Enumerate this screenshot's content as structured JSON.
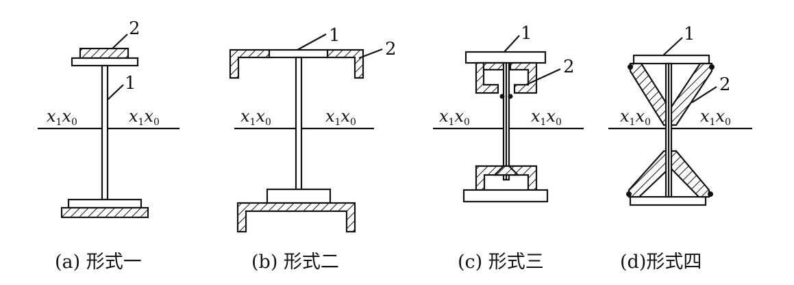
{
  "figures": [
    {
      "caption": "(a) 形式一",
      "label1": "1",
      "label2": "2",
      "axis_left": {
        "a": "x",
        "s1": "1",
        "b": "x",
        "s2": "0"
      },
      "axis_right": {
        "a": "x",
        "s1": "1",
        "b": "x",
        "s2": "0"
      }
    },
    {
      "caption": "(b) 形式二",
      "label1": "1",
      "label2": "2",
      "axis_left": {
        "a": "x",
        "s1": "1",
        "b": "x",
        "s2": "0"
      },
      "axis_right": {
        "a": "x",
        "s1": "1",
        "b": "x",
        "s2": "0"
      }
    },
    {
      "caption": "(c) 形式三",
      "label1": "1",
      "label2": "2",
      "axis_left": {
        "a": "x",
        "s1": "1",
        "b": "x",
        "s2": "0"
      },
      "axis_right": {
        "a": "x",
        "s1": "1",
        "b": "x",
        "s2": "0"
      }
    },
    {
      "caption": "(d)形式四",
      "label1": "1",
      "label2": "2",
      "axis_left": {
        "a": "x",
        "s1": "1",
        "b": "x",
        "s2": "0"
      },
      "axis_right": {
        "a": "x",
        "s1": "1",
        "b": "x",
        "s2": "0"
      }
    }
  ]
}
